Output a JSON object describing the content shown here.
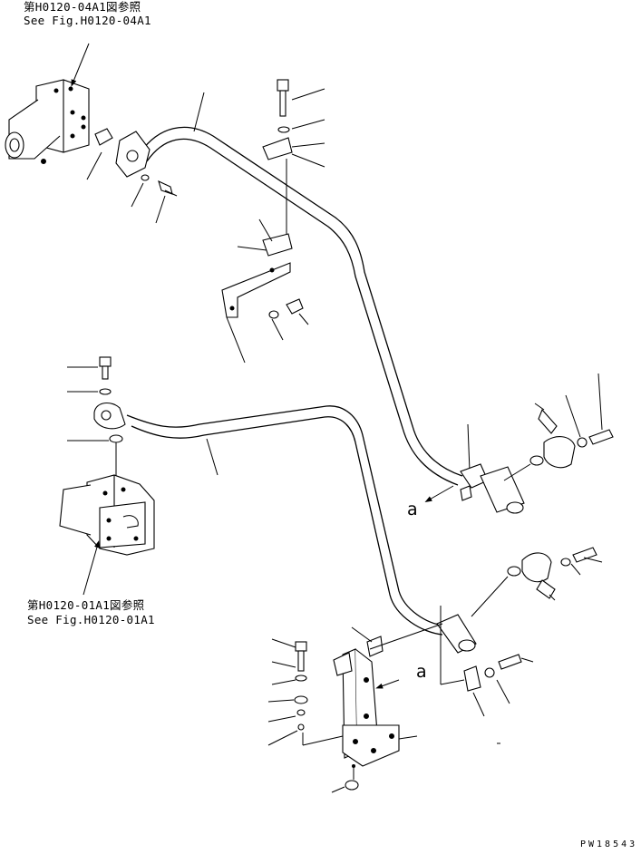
{
  "references": {
    "top": {
      "line1": "第H0120-04A1図参照",
      "line2": "See Fig.H0120-04A1"
    },
    "bottom": {
      "line1": "第H0120-01A1図参照",
      "line2": "See Fig.H0120-01A1"
    }
  },
  "view_markers": {
    "upper": "a",
    "lower": "a"
  },
  "figure_number": "PW18543"
}
